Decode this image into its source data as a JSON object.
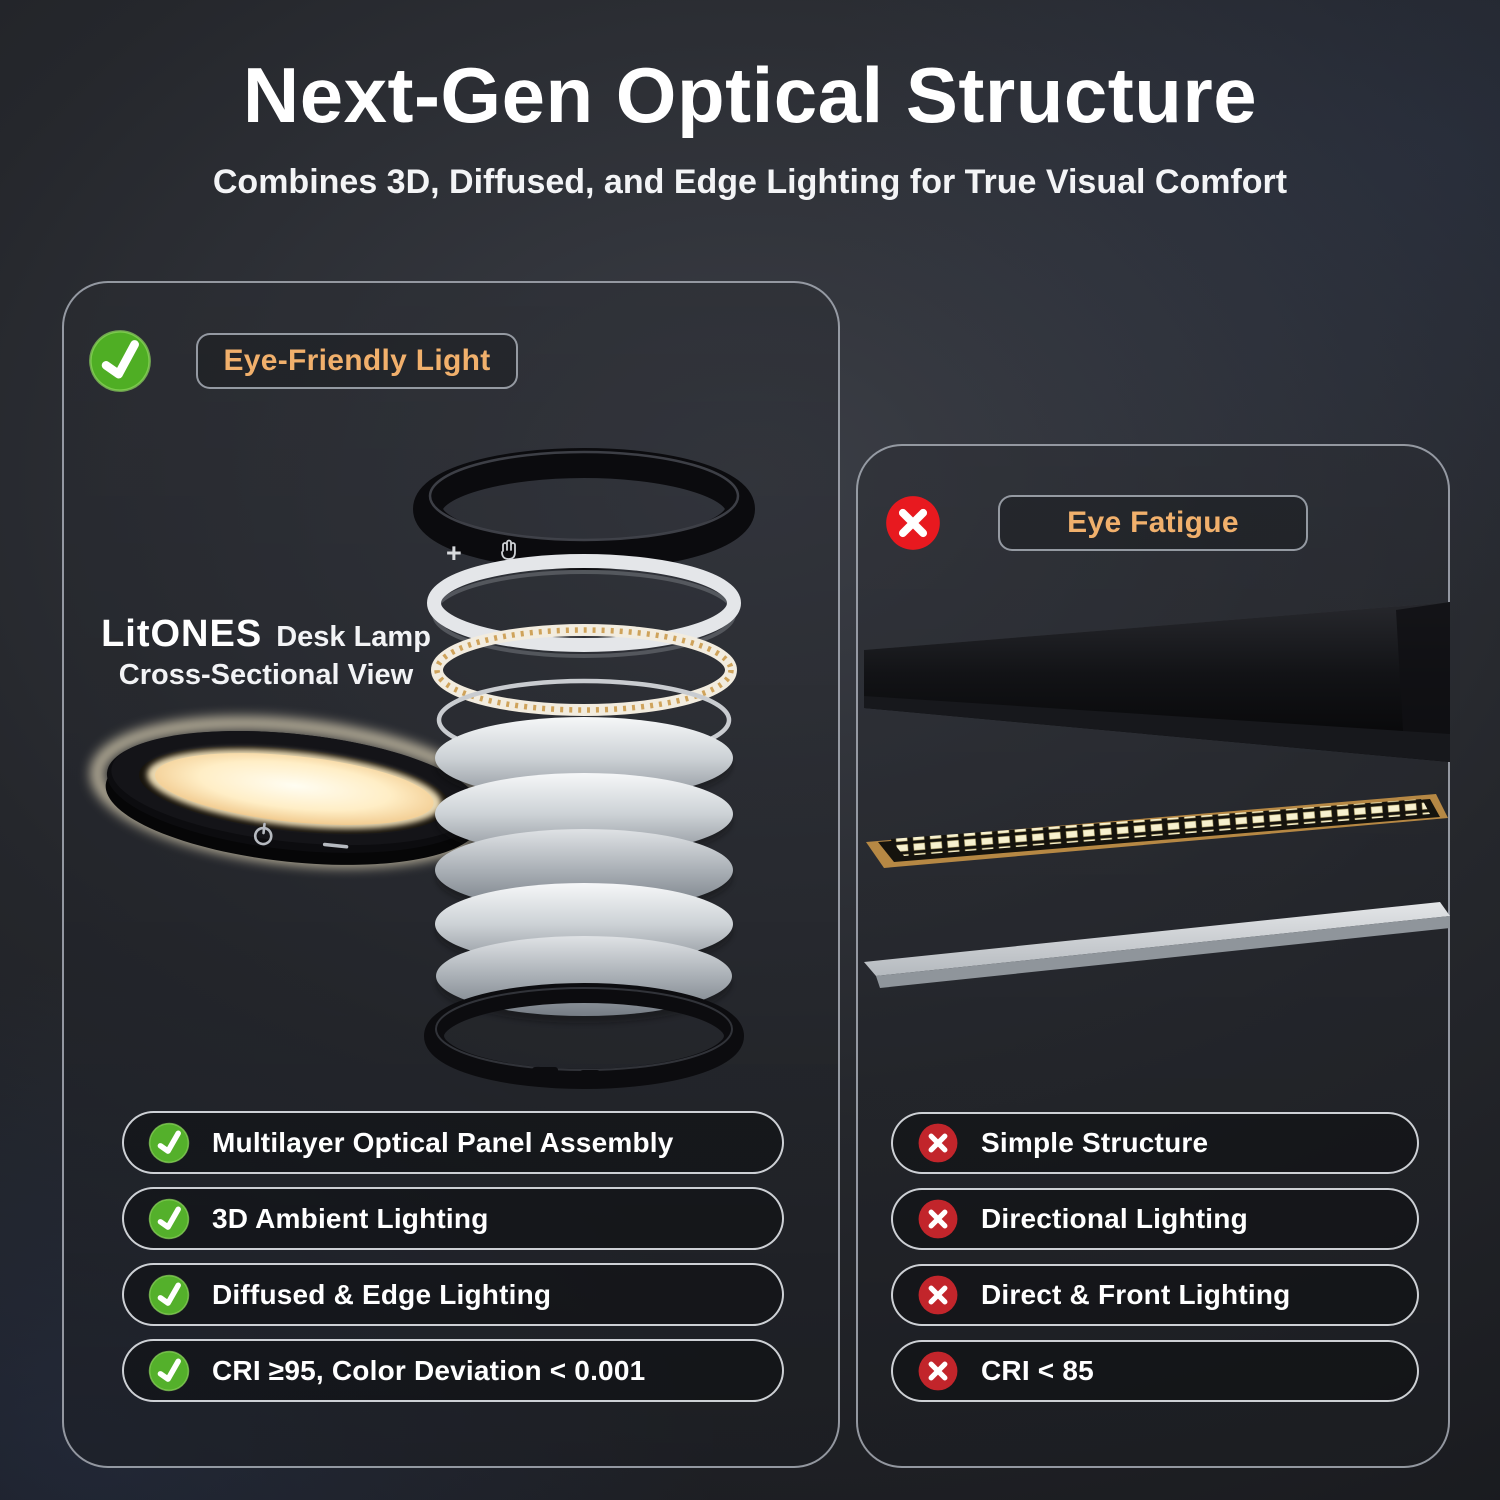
{
  "header": {
    "title": "Next-Gen Optical Structure",
    "subtitle": "Combines 3D, Diffused, and Edge Lighting for True Visual Comfort"
  },
  "left_panel": {
    "badge_label": "Eye-Friendly Light",
    "badge_icon": "check-icon",
    "brand": "LitONES",
    "product_label": "Desk Lamp",
    "view_label": "Cross-Sectional View",
    "lamp_glyphs": {
      "plus": "+",
      "touch": "touch-hand-icon",
      "power": "power-icon",
      "minus": "minus-icon"
    },
    "features": [
      {
        "icon": "check-icon",
        "label": "Multilayer Optical Panel Assembly"
      },
      {
        "icon": "check-icon",
        "label": "3D Ambient Lighting"
      },
      {
        "icon": "check-icon",
        "label": "Diffused & Edge Lighting"
      },
      {
        "icon": "check-icon",
        "label": "CRI ≥95, Color Deviation < 0.001"
      }
    ]
  },
  "right_panel": {
    "badge_label": "Eye Fatigue",
    "badge_icon": "x-icon",
    "features": [
      {
        "icon": "x-icon",
        "label": "Simple Structure"
      },
      {
        "icon": "x-icon",
        "label": "Directional Lighting"
      },
      {
        "icon": "x-icon",
        "label": "Direct & Front Lighting"
      },
      {
        "icon": "x-icon",
        "label": "CRI < 85"
      }
    ]
  },
  "colors": {
    "check_green": "#54b02b",
    "cross_red": "#c2252b",
    "badge_red": "#e8191f",
    "accent_text": "#f1b06c",
    "warm_glow": "#ffeec6",
    "panel_border": "#a8adb6",
    "pill_border": "#d8dbdf"
  }
}
